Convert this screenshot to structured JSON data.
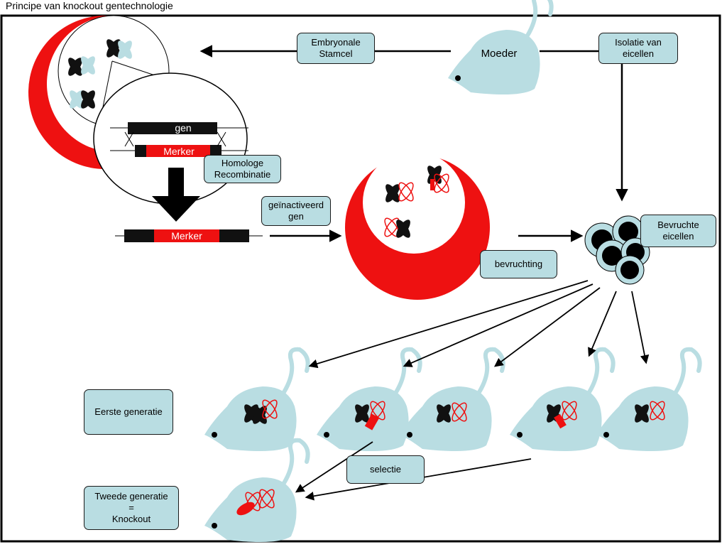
{
  "title": "Principe van knockout gentechnologie",
  "labels": {
    "embryonic_stem_cell": "Embryonale\nStamcel",
    "mother": "Moeder",
    "isolation_eggs": "Isolatie van\neicellen",
    "gene": "gen",
    "marker_top": "Merker",
    "homologous_recombination": "Homologe\nRecombinatie",
    "inactivated_gene": "geïnactiveerd\ngen",
    "marker_bottom": "Merker",
    "fertilized_eggs": "Bevruchte\neicellen",
    "fertilization": "bevruchting",
    "first_generation": "Eerste generatie",
    "selection": "selectie",
    "second_generation": "Tweede generatie\n=\nKnockout"
  },
  "colors": {
    "cell_red": "#ee1111",
    "mouse_blue": "#b9dde2",
    "box_fill": "#b9dde2",
    "chromosome_black": "#111111",
    "chromosome_red": "#ee1111"
  }
}
